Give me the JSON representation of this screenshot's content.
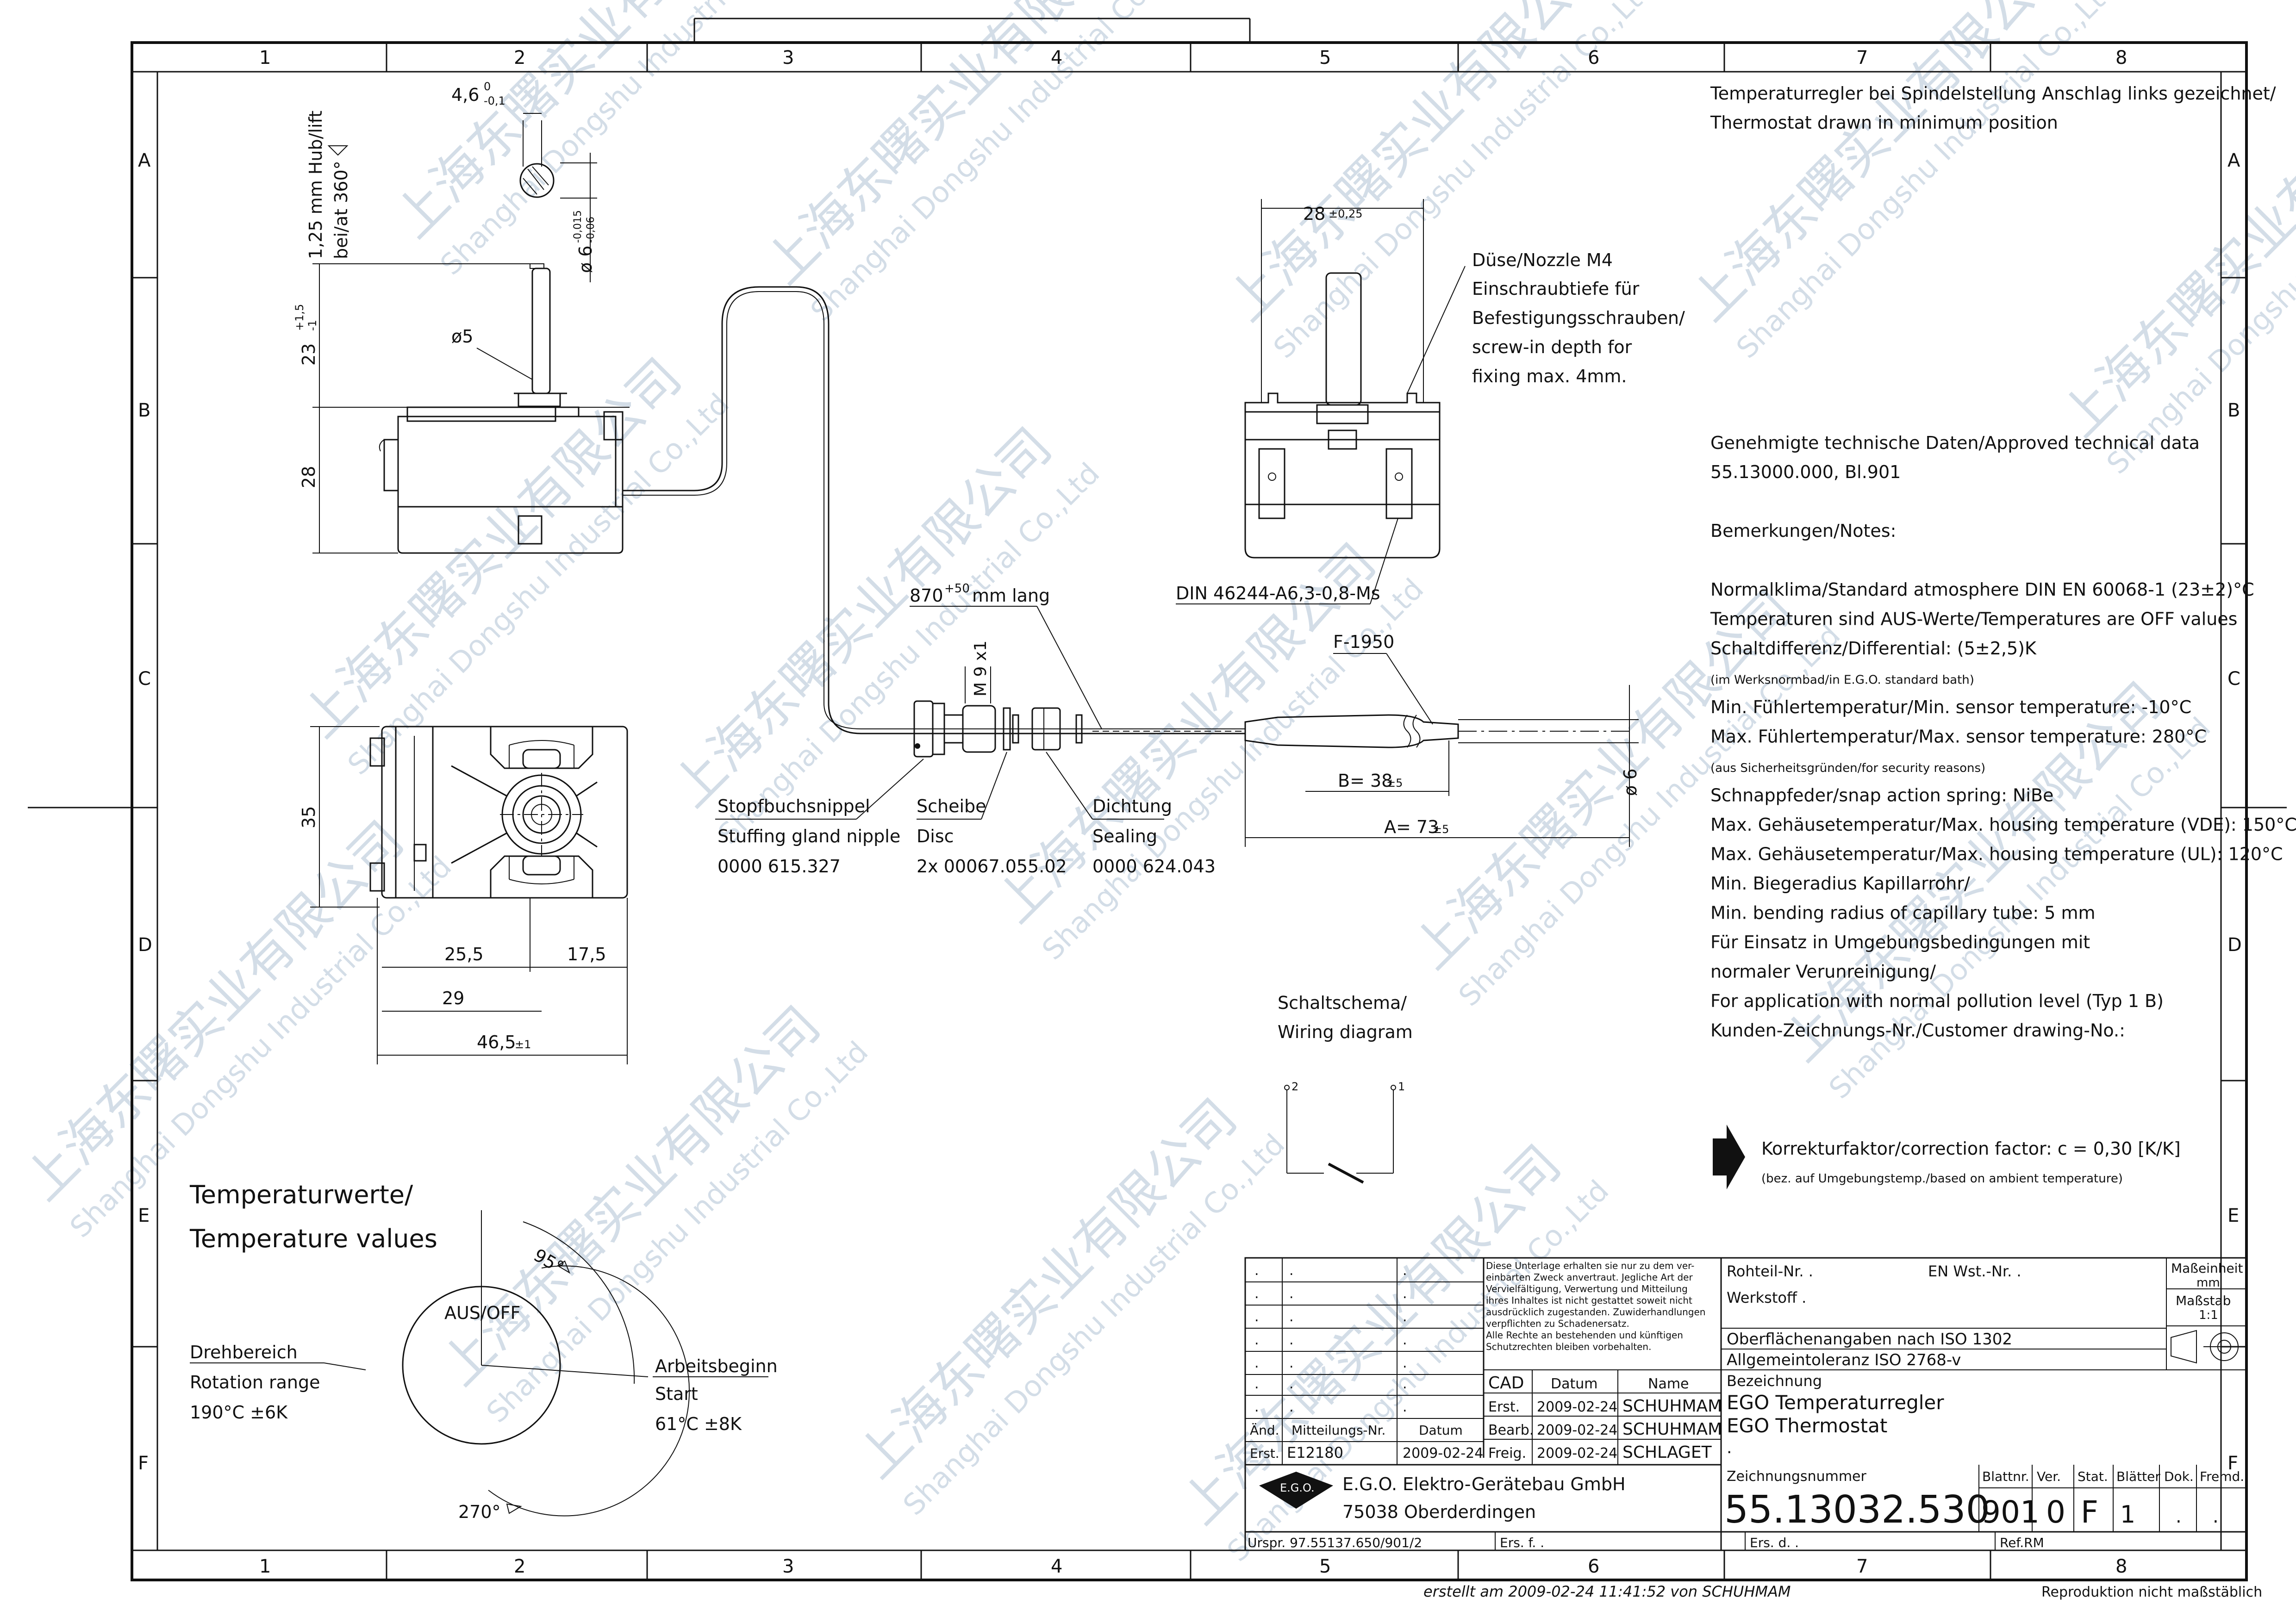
{
  "frame": {
    "columns": [
      "1",
      "2",
      "3",
      "4",
      "5",
      "6",
      "7",
      "8"
    ],
    "rows": [
      "A",
      "B",
      "C",
      "D",
      "E",
      "F"
    ]
  },
  "header_note": {
    "line1": "Temperaturregler bei Spindelstellung Anschlag links gezeichnet/",
    "line2": "Thermostat drawn in minimum position"
  },
  "dims": {
    "lift_l1": "1,25 mm Hub/lift",
    "lift_l2": "bei/at 360°",
    "spindle_w": "4,6",
    "spindle_w_tol_top": "0",
    "spindle_w_tol_bot": "-0,1",
    "spindle_d": "ø 6",
    "spindle_d_tol_top": "-0,015",
    "spindle_d_tol_bot": "-0,06",
    "shaft_len": "23",
    "shaft_len_tol_top": "+1,5",
    "shaft_len_tol_bot": "-1",
    "shaft_d5": "ø5",
    "body_h": "28",
    "body_w": "35",
    "d25": "25,5",
    "d17": "17,5",
    "d29": "29",
    "d46": "46,5",
    "d46_tol": "±1",
    "front_w": "28",
    "front_w_tol": "±0,25",
    "capillary_len": "870",
    "capillary_tol": "+50",
    "capillary_unit": "mm lang",
    "m9": "M 9 x1",
    "din": "DIN 46244-A6,3-0,8-Ms",
    "f1950": "F-1950",
    "b38": "B= 38",
    "b38_tol": "±5",
    "a73": "A= 73",
    "a73_tol": "±5",
    "phi6": "ø 6"
  },
  "nozzle": [
    "Düse/Nozzle M4",
    "Einschraubtiefe für",
    "Befestigungsschrauben/",
    "screw-in depth for",
    "fixing max. 4mm."
  ],
  "parts": [
    {
      "name": "Stopfbuchsnippel",
      "en": "Stuffing gland nipple",
      "no": "0000 615.327"
    },
    {
      "name": "Scheibe",
      "en": "Disc",
      "no": "2x 00067.055.02"
    },
    {
      "name": "Dichtung",
      "en": "Sealing",
      "no": "0000 624.043"
    }
  ],
  "notes": {
    "approved": [
      "Genehmigte technische Daten/Approved technical data",
      "55.13000.000, Bl.901"
    ],
    "remarks_title": "Bemerkungen/Notes:",
    "lines": [
      {
        "text": "Normalklima/Standard atmosphere DIN EN 60068-1 (23±2)°C",
        "small": false
      },
      {
        "text": "Temperaturen sind AUS-Werte/Temperatures are OFF values",
        "small": false
      },
      {
        "text": "Schaltdifferenz/Differential: (5±2,5)K",
        "small": false
      },
      {
        "text": "(im Werksnormbad/in E.G.O. standard bath)",
        "small": true
      },
      {
        "text": "Min. Fühlertemperatur/Min. sensor temperature: -10°C",
        "small": false
      },
      {
        "text": "Max. Fühlertemperatur/Max. sensor temperature: 280°C",
        "small": false
      },
      {
        "text": "(aus Sicherheitsgründen/for security reasons)",
        "small": true
      },
      {
        "text": "Schnappfeder/snap action spring: NiBe",
        "small": false
      },
      {
        "text": "Max. Gehäusetemperatur/Max. housing temperature (VDE): 150°C",
        "small": false
      },
      {
        "text": "Max. Gehäusetemperatur/Max. housing temperature (UL):   120°C",
        "small": false
      },
      {
        "text": "Min. Biegeradius Kapillarrohr/",
        "small": false
      },
      {
        "text": "Min. bending radius of capillary tube: 5 mm",
        "small": false
      },
      {
        "text": "Für Einsatz in Umgebungsbedingungen mit",
        "small": false
      },
      {
        "text": "normaler Verunreinigung/",
        "small": false
      },
      {
        "text": "For application with normal pollution level (Typ 1 B)",
        "small": false
      },
      {
        "text": "Kunden-Zeichnungs-Nr./Customer drawing-No.:",
        "small": false
      }
    ]
  },
  "wiring": {
    "title1": "Schaltschema/",
    "title2": "Wiring diagram",
    "p2": "2",
    "p1": "1"
  },
  "correction": {
    "line1": "Korrekturfaktor/correction factor: c = 0,30 [K/K]",
    "line2": "(bez. auf Umgebungstemp./based on ambient temperature)"
  },
  "temp": {
    "title1": "Temperaturwerte/",
    "title2": "Temperature values",
    "rot_l1": "Drehbereich",
    "rot_l2": "Rotation range",
    "rot_l3": "190°C ±6K",
    "start_l1": "Arbeitsbeginn",
    "start_l2": "Start",
    "start_l3": "61°C ±8K",
    "off": "AUS/OFF",
    "a95": "95°",
    "a270": "270°"
  },
  "titleblock": {
    "disclaimer": [
      "Diese Unterlage erhalten sie nur zu dem ver-",
      "einbarten Zweck anvertraut. Jegliche Art der",
      "Vervielfältigung, Verwertung und Mitteilung",
      "ihres Inhaltes ist nicht gestattet soweit nicht",
      "ausdrücklich zugestanden. Zuwiderhandlungen",
      "verpflichten zu Schadenersatz.",
      "Alle Rechte an bestehenden und künftigen",
      "Schutzrechten bleiben vorbehalten."
    ],
    "cad": "CAD",
    "datum": "Datum",
    "name": "Name",
    "erst": "Erst.",
    "bearb": "Bearb.",
    "freig": "Freig.",
    "d1": "2009-02-24",
    "d2": "2009-02-24",
    "d3": "2009-02-24",
    "n1": "SCHUHMAM",
    "n2": "SCHUHMAM",
    "n3": "SCHLAGET",
    "aend": "Änd.",
    "mitt": "Mitteilungs-Nr.",
    "datum2": "Datum",
    "erst2": "Erst.",
    "ecr": "E12180",
    "ecr_date": "2009-02-24",
    "dot": ".",
    "rohteil": "Rohteil-Nr. .",
    "enwst": "EN Wst.-Nr. .",
    "werkstoff": "Werkstoff .",
    "oberfl": "Oberflächenangaben nach ISO 1302",
    "allg": "Allgemeintoleranz  ISO 2768-v",
    "masseinheit": "Maßeinheit",
    "mm": "mm",
    "massstab": "Maßstab",
    "scale": "1:1",
    "bezeichnung": "Bezeichnung",
    "bez1": "EGO Temperaturregler",
    "bez2": "EGO Thermostat",
    "bez3": ".",
    "company1": "E.G.O. Elektro-Gerätebau GmbH",
    "company2": "75038 Oberderdingen",
    "zeichnungsnummer": "Zeichnungsnummer",
    "number": "55.13032.530",
    "blattnr": "Blattnr.",
    "ver": "Ver.",
    "stat": "Stat.",
    "blaetter": "Blätter",
    "dok": "Dok.",
    "fremd": "Fremd.",
    "v_blatt": "901",
    "v_ver": "0",
    "v_stat": "F",
    "v_blaetter": "1",
    "v_dok": ".",
    "v_fremd": ".",
    "urspr": "Urspr.  97.55137.650/901/2",
    "ersf": "Ers. f.  .",
    "ersd": "Ers. d.  .",
    "refrm": "Ref.RM",
    "logo": "E.G.O."
  },
  "footer": {
    "created": "erstellt am 2009-02-24  11:41:52  von SCHUHMAM",
    "repro": "Reproduktion nicht maßstäblich"
  },
  "watermark": {
    "cn": "上海东曙实业有限公司",
    "en": "Shanghai Dongshu Industrial Co.,Ltd"
  }
}
